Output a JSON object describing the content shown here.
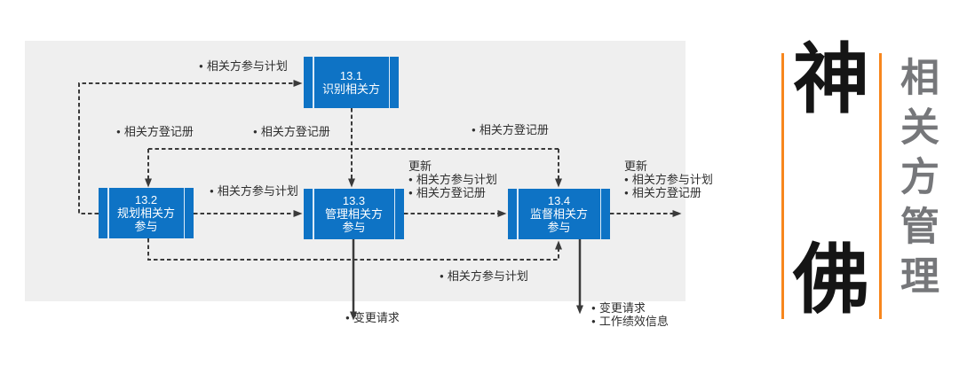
{
  "diagram": {
    "bullet": "●",
    "processes": [
      {
        "id": "13.1",
        "name": "识别相关方"
      },
      {
        "id": "13.2",
        "name": "规划相关方参与"
      },
      {
        "id": "13.3",
        "name": "管理相关方参与"
      },
      {
        "id": "13.4",
        "name": "监督相关方参与"
      }
    ],
    "flow_labels": {
      "engagement_plan": "相关方参与计划",
      "register": "相关方登记册",
      "updates_heading": "更新",
      "change_request": "变更请求",
      "work_performance_info": "工作绩效信息"
    },
    "colors": {
      "process_fill": "#0E73C5",
      "panel_bg": "#EFEFEF",
      "connector": "#3A3A3A"
    }
  },
  "sidebar": {
    "brand_top_char": "神",
    "brand_bottom_char": "佛",
    "vertical_title": "相关方管理",
    "accent_color": "#F7861D",
    "title_color": "#76777A"
  }
}
